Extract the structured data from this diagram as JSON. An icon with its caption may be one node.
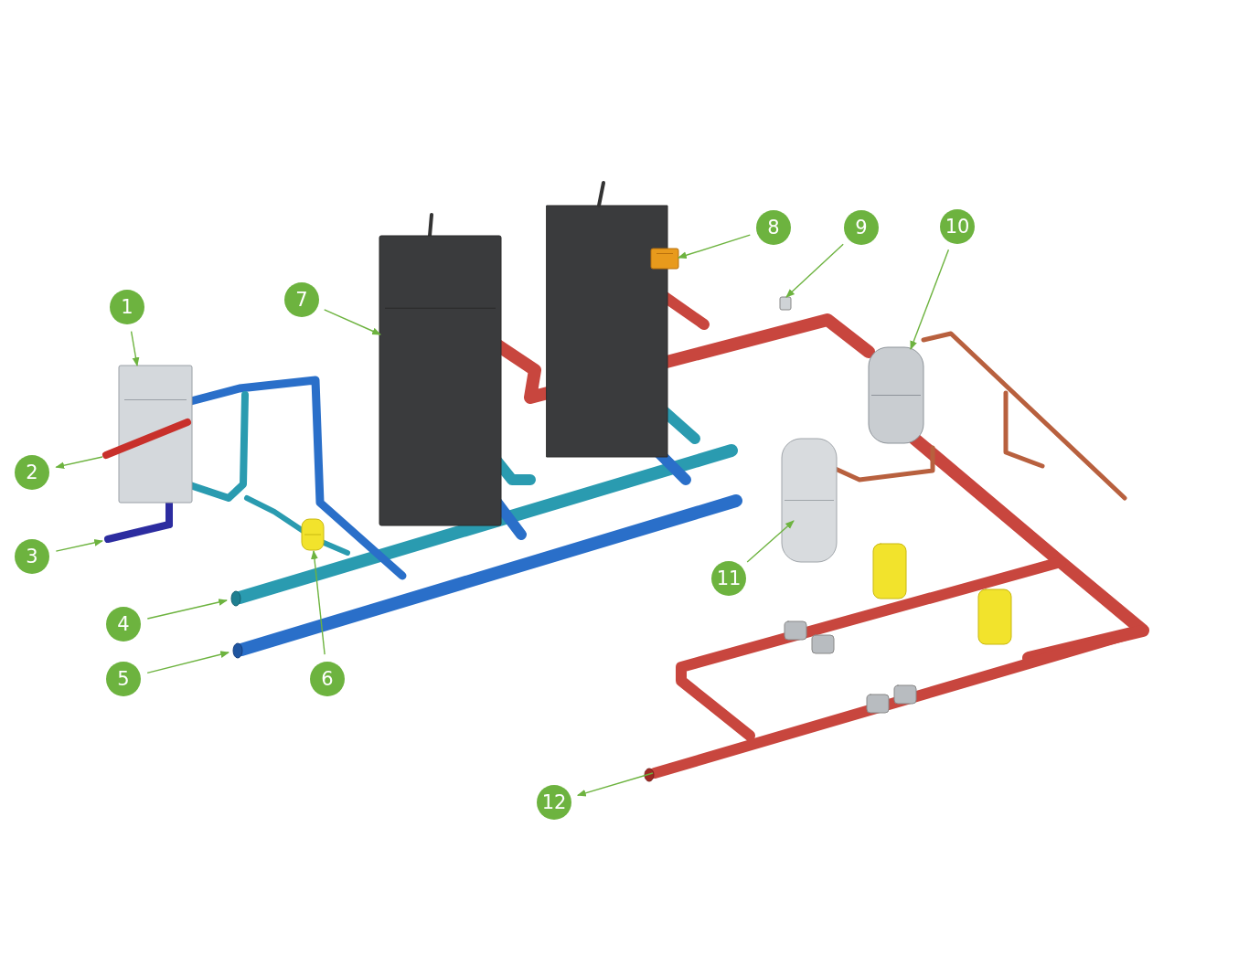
{
  "diagram": {
    "nodes": [
      {
        "text": [
          "1"
        ]
      },
      {
        "text": [
          "2"
        ]
      },
      {
        "text": [
          "3"
        ]
      },
      {
        "text": [
          "4"
        ]
      },
      {
        "text": [
          "5"
        ]
      },
      {
        "text": [
          "6"
        ]
      },
      {
        "text": [
          "7"
        ]
      },
      {
        "text": [
          "8"
        ]
      },
      {
        "text": [
          "9"
        ]
      },
      {
        "text": [
          "10"
        ]
      },
      {
        "text": [
          "11"
        ]
      },
      {
        "text": [
          "12"
        ]
      },
      {
        "text": [],
        "shape": "box"
      },
      {
        "text": [],
        "shape": "bar"
      },
      {
        "text": [],
        "shape": "bar"
      },
      {
        "text": [],
        "shape": "circle"
      },
      {
        "text": [],
        "shape": "circle"
      },
      {
        "text": [],
        "shape": "cylinder"
      },
      {
        "text": [],
        "shape": "box"
      },
      {
        "text": [],
        "shape": "box"
      },
      {
        "text": [],
        "shape": "box"
      },
      {
        "text": [],
        "shape": "cylinder"
      },
      {
        "text": [],
        "shape": "cylinder"
      },
      {
        "text": [],
        "shape": "circle"
      }
    ],
    "edges": [
      {
        "from": 0,
        "to": 12,
        "arrow": "to"
      },
      {
        "from": 13,
        "to": 1,
        "arrow": "to"
      },
      {
        "from": 2,
        "to": 14,
        "arrow": "to"
      },
      {
        "from": 3,
        "to": 15,
        "arrow": "to"
      },
      {
        "from": 4,
        "to": 16,
        "arrow": "to"
      },
      {
        "from": 5,
        "to": 17,
        "arrow": "to"
      },
      {
        "from": 6,
        "to": 18,
        "arrow": "to"
      },
      {
        "from": 7,
        "to": 19,
        "arrow": "to"
      },
      {
        "from": 8,
        "to": 20,
        "arrow": "to"
      },
      {
        "from": 9,
        "to": 21,
        "arrow": "to"
      },
      {
        "from": 10,
        "to": 22,
        "arrow": "to"
      },
      {
        "from": 23,
        "to": 11,
        "arrow": "to"
      }
    ]
  }
}
